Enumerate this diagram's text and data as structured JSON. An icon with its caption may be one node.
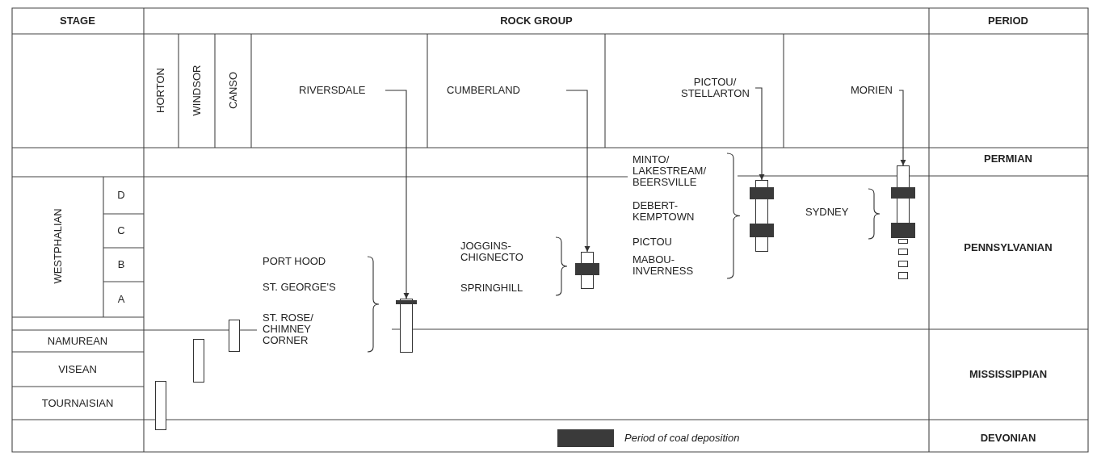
{
  "diagram": {
    "nodes": [
      {
        "text": [
          "RIVERSDALE"
        ]
      },
      {
        "text": [
          "CUMBERLAND"
        ]
      },
      {
        "text": [
          "PICTOU/ STELLARTON"
        ]
      },
      {
        "text": [
          "MORIEN"
        ]
      },
      {
        "text": [],
        "shape": "bar"
      },
      {
        "text": [],
        "shape": "bar"
      },
      {
        "text": [],
        "shape": "bar"
      },
      {
        "text": [],
        "shape": "bar"
      },
      {
        "text": [],
        "shape": "bar"
      },
      {
        "text": [],
        "shape": "bar"
      },
      {
        "text": [],
        "shape": "bar"
      }
    ],
    "edges": [
      {
        "from": 0,
        "to": 7,
        "arrow": "to"
      },
      {
        "from": 1,
        "to": 8,
        "arrow": "to"
      },
      {
        "from": 2,
        "to": 9,
        "arrow": "to"
      },
      {
        "from": 3,
        "to": 10,
        "arrow": "to"
      }
    ],
    "labels": [
      "STAGE",
      "ROCK GROUP",
      "PERIOD",
      "HORTON",
      "WINDSOR",
      "CANSO",
      "PERMIAN",
      "MINTO/ LAKESTREAM/ BEERSVILLE",
      "WESTPHALIAN",
      "D",
      "DEBERT- KEMPTOWN",
      "SYDNEY",
      "C",
      "JOGGINS- CHIGNECTO",
      "PICTOU",
      "PENNSYLVANIAN",
      "B",
      "PORT HOOD",
      "MABOU- INVERNESS",
      "ST. GEORGE'S",
      "SPRINGHILL",
      "A",
      "ST. ROSE/ CHIMNEY CORNER",
      "NAMUREAN",
      "VISEAN",
      "MISSISSIPPIAN",
      "TOURNAISIAN",
      "DEVONIAN"
    ],
    "legend": [
      {
        "text": "Period of coal deposition",
        "color": "#3a3a3a"
      }
    ]
  }
}
